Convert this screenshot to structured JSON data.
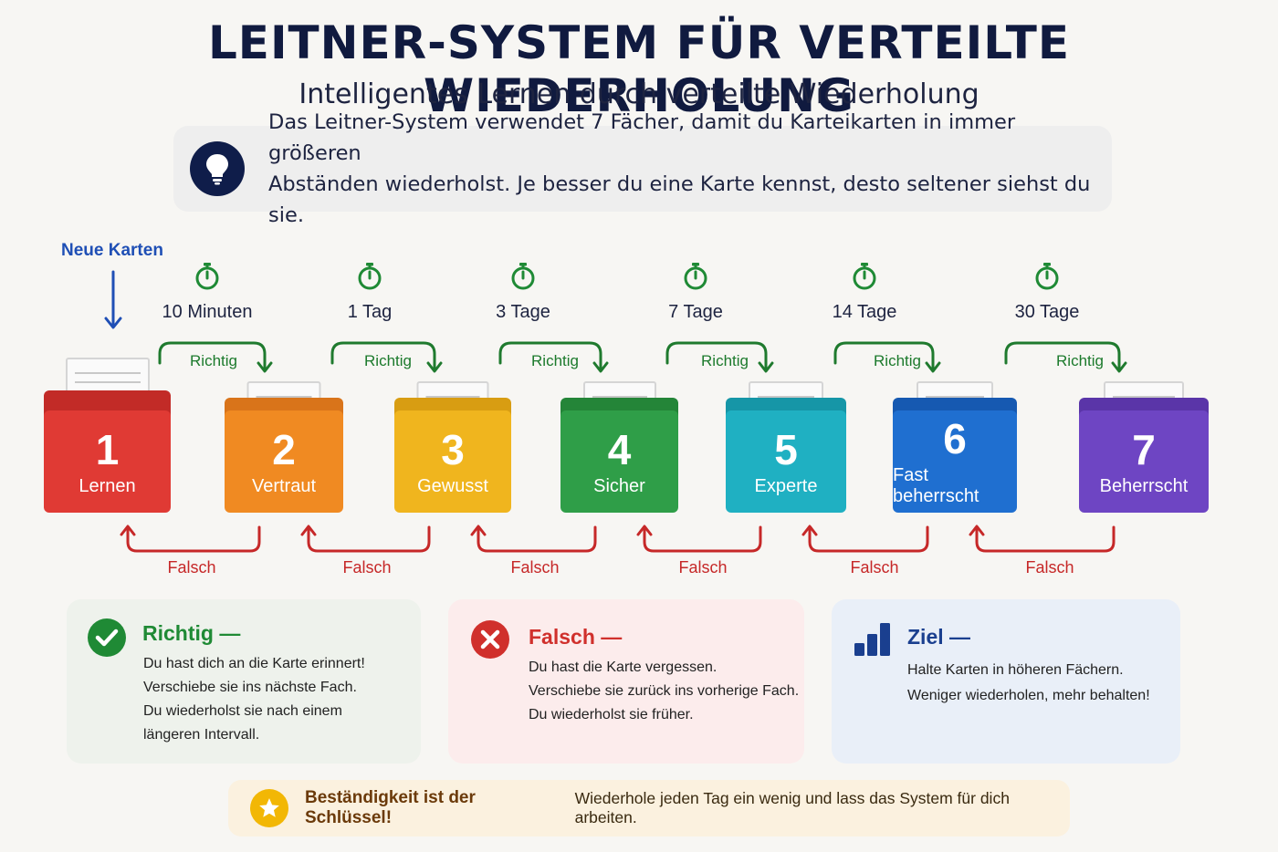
{
  "title": "LEITNER-SYSTEM FÜR VERTEILTE WIEDERHOLUNG",
  "subtitle": "Intelligentes Lernen durch verteilte Wiederholung",
  "intro": {
    "text": "Das Leitner-System verwendet 7 Fächer, damit du Karteikarten in immer größeren\nAbständen wiederholst. Je besser du eine Karte kennst, desto seltener siehst du sie.",
    "icon": "lightbulb-icon"
  },
  "new_cards_label": "Neue Karten",
  "intervals": [
    "10 Minuten",
    "1 Tag",
    "3 Tage",
    "7 Tage",
    "14 Tage",
    "30 Tage"
  ],
  "boxes": [
    {
      "number": "1",
      "name": "Lernen",
      "color": "#e03a34",
      "lip": "#c22b27"
    },
    {
      "number": "2",
      "name": "Vertraut",
      "color": "#f08a22",
      "lip": "#d9741a"
    },
    {
      "number": "3",
      "name": "Gewusst",
      "color": "#f0b51e",
      "lip": "#d89d12"
    },
    {
      "number": "4",
      "name": "Sicher",
      "color": "#2f9e48",
      "lip": "#248538"
    },
    {
      "number": "5",
      "name": "Experte",
      "color": "#1fb0c2",
      "lip": "#1696a7"
    },
    {
      "number": "6",
      "name": "Fast beherrscht",
      "color": "#1f6fd0",
      "lip": "#1659b1"
    },
    {
      "number": "7",
      "name": "Beherrscht",
      "color": "#6e45c3",
      "lip": "#5a35a8"
    }
  ],
  "richtig_label": "Richtig",
  "falsch_label": "Falsch",
  "panels": {
    "richtig": {
      "title": "Richtig —",
      "text": "Du hast dich an die Karte erinnert!\nVerschiebe sie ins nächste Fach.\nDu wiederholst sie nach einem\nlängeren Intervall.",
      "bg": "#eef2ec",
      "accent": "#1f8a35",
      "icon": "check-circle-icon"
    },
    "falsch": {
      "title": "Falsch —",
      "text": "Du hast die Karte vergessen.\nVerschiebe sie zurück ins vorherige Fach.\nDu wiederholst sie früher.",
      "bg": "#fcecec",
      "accent": "#d0302c",
      "icon": "x-circle-icon"
    },
    "ziel": {
      "title": "Ziel —",
      "text": "Halte Karten in höheren Fächern.\nWeniger wiederholen, mehr behalten!",
      "bg": "#e9eff8",
      "accent": "#1a3f8f",
      "icon": "bar-chart-icon"
    }
  },
  "footer": {
    "key": "Beständigkeit ist der Schlüssel!",
    "rest": "Wiederhole jeden Tag ein wenig und lass das System für dich arbeiten.",
    "icon": "star-icon"
  }
}
